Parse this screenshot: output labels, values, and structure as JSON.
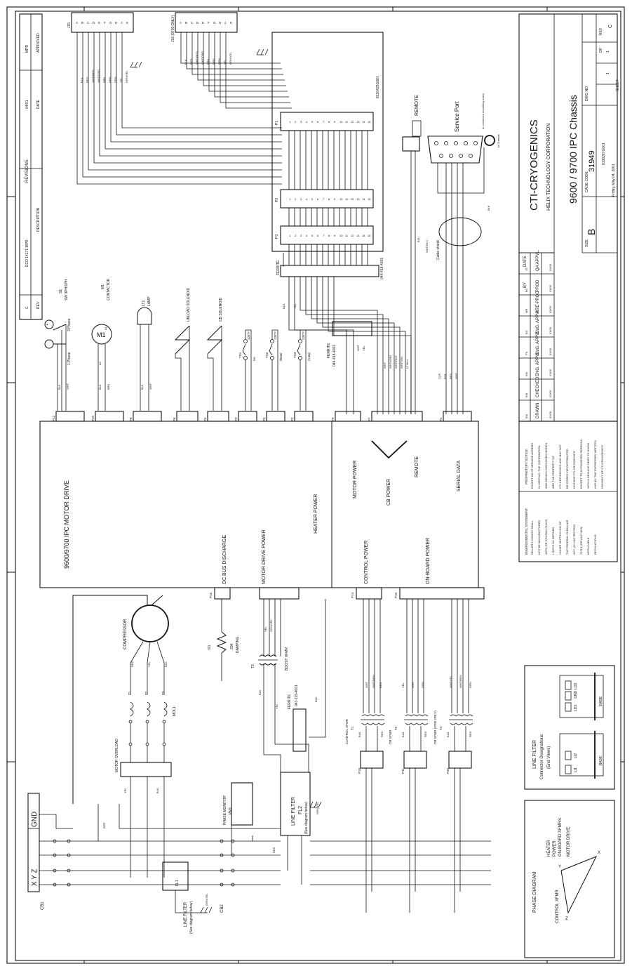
{
  "title_block": {
    "company": "CTI-CRYOGENICS",
    "corporation": "HELIX TECHNOLOGY CORPORATION",
    "drawing_title": "9600 / 9700 IPC Chassis",
    "size_label": "SIZE",
    "size": "B",
    "cage_code_label": "CAGE CODE",
    "cage_code": "31949",
    "dwg_no_label": "DWG NO",
    "dwg_no": "8130267G001",
    "rev_label": "REV",
    "rev": "C",
    "sheet_label": "SHEET",
    "sheet": "1",
    "of_label": "OF",
    "of": "1",
    "plot_date": "Friday, May 04, 2001"
  },
  "revisions": {
    "header": "REVISIONS",
    "col_rev": "REV",
    "col_desc": "DESCRIPTION",
    "col_date": "DATE",
    "col_approved": "APPROVED",
    "rows": [
      {
        "rev": "C",
        "desc": "ECO 14171 MPR",
        "date": "04/01",
        "approved": "MPR"
      }
    ]
  },
  "approvals": {
    "by_label": "BY",
    "date_label": "DATE",
    "rows": [
      {
        "role": "DRAWN",
        "by": "BM",
        "date": "01/00"
      },
      {
        "role": "CHECKED",
        "by": "BM",
        "date": "01/00"
      },
      {
        "role": "ENG. APPVL.",
        "by": "BM",
        "date": "01/00"
      },
      {
        "role": "ENG. APPVL.",
        "by": "PN",
        "date": "01/00"
      },
      {
        "role": "ENG. APPVL.",
        "by": "BC",
        "date": "01/00"
      },
      {
        "role": "PRE-PROD",
        "by": "MR",
        "date": "01/00"
      },
      {
        "role": "PROD",
        "by": "BC",
        "date": "01/00"
      },
      {
        "role": "QA APPVL.",
        "by": "JS",
        "date": "01/00"
      }
    ]
  },
  "notes": {
    "proprietary_title": "PROPRIETARY NOTICE:",
    "proprietary_lines": [
      "EXCEPT AS OTHERWISE AGREED",
      "IN WRITING, THE INFORMATION",
      "AND DESIGN DISCLOSED HEREIN",
      "ARE THE PROPERTY OF",
      "CTI-CRYOGENICS AND MAY NOT",
      "BE COPIED OR DISTRIBUTED",
      "OUTSIDE CTI-CRYOGENICS",
      "EXCEPT TO AUTHORIZED PERSONS",
      "WITH A GENUINE NEED TO KNOW",
      "AND BY THE EXPRESSED WRITTEN",
      "CONSENT OF CTI-CRYOGENICS"
    ],
    "environmental_title": "ENVIRONMENTAL STATEMENT",
    "environmental_lines": [
      "SELLER'S GOODS SHALL",
      "NOT BE MANUFACTURED",
      "WITH OR CONTAIN CLASS",
      "I ODS'S AS DEFINED",
      "UNDER SECTION 602 OF",
      "THE FEDERAL CLEAN AIR",
      "ACT (42 USC SECTION",
      "7671A) OR ANY NEW",
      "APPLICABLE",
      "REGULATIONS."
    ]
  },
  "drive": {
    "left_title": "9600/9700 IPC MOTOR DRIVE",
    "heater_power": "HEATER POWER",
    "motor_power": "MOTOR POWER",
    "cb_power": "CB POWER",
    "remote": "REMOTE",
    "serial_data": "SERIAL DATA",
    "dc_bus": "DC BUS DISCHARGE",
    "motor_drive_power": "MOTOR DRIVE POWER",
    "control_power": "CONTROL POWER",
    "onboard_power": "ON-BOARD POWER"
  },
  "top": {
    "j16": "J16 (9700 ONLY)",
    "j15": "J15",
    "pcb": "8130425G001",
    "p1": "P1",
    "p2": "P2",
    "p3": "P3",
    "pins": [
      "1",
      "2",
      "3",
      "4",
      "5",
      "6",
      "7",
      "8",
      "9",
      "10",
      "11",
      "12",
      "13",
      "14",
      "15"
    ],
    "letters": [
      "A",
      "B",
      "C",
      "D",
      "E",
      "F",
      "G",
      "H",
      "J",
      "K"
    ]
  },
  "components": {
    "s1": "S1",
    "s1_desc": "SW 3PH/1PH",
    "m1": "M1",
    "m1_desc": "CONTACTOR",
    "lt1": "LT1",
    "lt1_desc": "LAMP",
    "unload_sol": "UNLOAD SOLENOID",
    "cb_sol": "CB SOLENOID",
    "ts1": "TS1",
    "ts2": "TS2",
    "ts3": "TS3",
    "ts1_temp": "130°F",
    "ts2_temp": "130°F",
    "ts3_temp": "230°F",
    "ts_he": "He",
    "ts_water": "Water",
    "ts_comp": "Comp",
    "phase_1": "1 Phase",
    "phase_3": "3 Phase",
    "ferrite1": "FERRITE",
    "ferrite1_pn": "044-418-4001",
    "ferrite2": "FERRITE",
    "ferrite2_pn": "044-418-4001",
    "ferrite3": "FERRITE",
    "ferrite3_pn": "043-115-4001",
    "remote": "REMOTE",
    "service_port": "Service Port",
    "to_chassis": "to Chassis",
    "mounting_screw": "to connector mounting screw",
    "cable_shield": "Cable shield",
    "compressor": "COMPRESSOR",
    "r1": "R1",
    "r1_val": "20K",
    "r1_desc": "DAMPING",
    "t3": "T3",
    "t3_desc": "BOOST XFMR",
    "control_xfmr": "CONTROL XFMR",
    "ob_xfmr": "OB XFMR",
    "ob_xfmr_9700": "OB XFMR (9700 ONLY)",
    "t1": "T1",
    "t2": "T2",
    "t4": "T4",
    "motor_overload": "MOTOR OVERLOAD",
    "mol1": "MOL1",
    "phase_monitor": "PHASE MONITOR",
    "pm1": "PM1",
    "line_filter_fl2": "LINE FILTER",
    "fl2": "FL2",
    "line_filter_fl1": "LINE FILTER",
    "fl1": "FL1",
    "see_diagram": "(See diagram below)",
    "cb1": "CB1",
    "cb2": "CB2",
    "gnd": "GND",
    "xyz": "X Y Z",
    "p18": "P18",
    "p11": "P11",
    "p20": "P20",
    "p14": "P14",
    "p15": "P15",
    "p16": "P16"
  },
  "wires": {
    "blk": "BLK",
    "wht": "WHT",
    "red": "RED",
    "yel": "YEL",
    "brn": "BRN",
    "grn": "GRN",
    "org": "ORG",
    "blu": "BLU",
    "wht_blu": "WHT/BLU",
    "wht_red": "WHT/RED",
    "wht_org": "WHT/ORG",
    "wht_yel": "WHT/YEL",
    "wht_brn": "WHT/BRN",
    "grn_yel": "GRN/YEL",
    "lt_blu": "LT BLU",
    "clr": "CLR"
  },
  "legend": {
    "line_filter_title": "LINE FILTER",
    "connector_designations": "Connector Designations",
    "end_views": "(End Views)",
    "lo1": "LO1",
    "lo2": "LO2",
    "li1": "LI1",
    "li2": "LI2",
    "gnd": "GND",
    "base": "BASE",
    "phase_diagram": "PHASE DIAGRAM",
    "control_xfmr": "CONTROL XFMR",
    "heater": "HEATER",
    "power": "POWER",
    "onboard_xfmrs": "ON-BOARD XFMRS",
    "motor_drive": "MOTOR DRIVE",
    "x": "X",
    "y": "Y",
    "z": "Z"
  }
}
